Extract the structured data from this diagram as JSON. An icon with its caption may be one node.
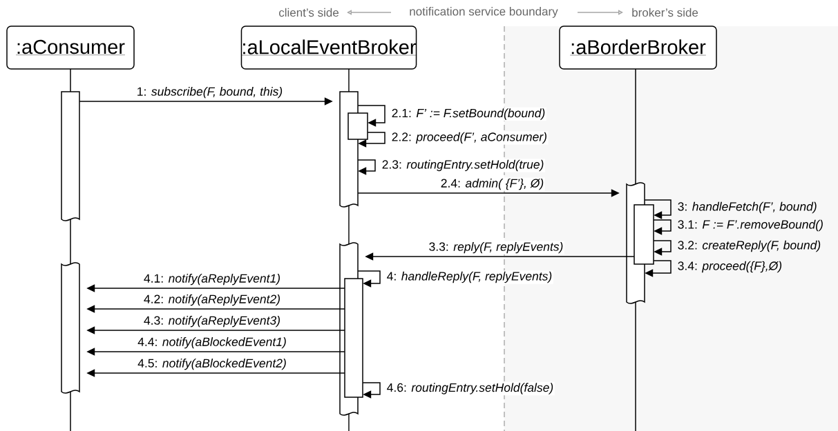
{
  "diagram": {
    "nodes": [
      {
        "text": [
          ":aConsumer"
        ]
      },
      {
        "text": [
          ":aLocalEventBroker"
        ]
      },
      {
        "text": [
          ":aBorderBroker"
        ]
      },
      {
        "text": [],
        "shape": "bar"
      },
      {
        "text": [],
        "shape": "bar"
      },
      {
        "text": [],
        "shape": "bar"
      },
      {
        "text": [],
        "shape": "bar"
      },
      {
        "text": [],
        "shape": "bar"
      },
      {
        "text": [],
        "shape": "bar"
      },
      {
        "text": [],
        "shape": "bar"
      },
      {
        "text": [],
        "shape": "bar"
      }
    ],
    "edges": [
      {
        "from": 3,
        "to": 5,
        "arrow": "to",
        "label": "1: *subscribe(F, bound, this)*"
      },
      {
        "from": 5,
        "to": 6,
        "arrow": "to",
        "label": "2.1: *F’ := F.setBound(bound)*"
      },
      {
        "from": 6,
        "to": 5,
        "arrow": "to",
        "label": "2.2: *proceed(F’, aConsumer)*"
      },
      {
        "from": 5,
        "to": 5,
        "arrow": "to",
        "label": "2.3: *routingEntry.setHold(true)*"
      },
      {
        "from": 5,
        "to": 9,
        "arrow": "to",
        "label": "2.4: *admin( {F’}, Ø)*"
      },
      {
        "from": 9,
        "to": 10,
        "arrow": "to",
        "label": "3: *handleFetch(F’, bound)*"
      },
      {
        "from": 10,
        "to": 10,
        "arrow": "to",
        "label": "3.1: *F := F’.removeBound()*"
      },
      {
        "from": 10,
        "to": 10,
        "arrow": "to",
        "label": "3.2: *createReply(F, bound)*"
      },
      {
        "from": 10,
        "to": 7,
        "arrow": "to",
        "label": "3.3: *reply(F, replyEvents)*"
      },
      {
        "from": 10,
        "to": 9,
        "arrow": "to",
        "label": "3.4: *proceed({F},Ø)*"
      },
      {
        "from": 7,
        "to": 8,
        "arrow": "to",
        "label": "4: *handleReply(F, replyEvents)*"
      },
      {
        "from": 8,
        "to": 4,
        "arrow": "to",
        "label": "4.1: *notify(aReplyEvent1)*"
      },
      {
        "from": 8,
        "to": 4,
        "arrow": "to",
        "label": "4.2: *notify(aReplyEvent2)*"
      },
      {
        "from": 8,
        "to": 4,
        "arrow": "to",
        "label": "4.3: *notify(aReplyEvent3)*"
      },
      {
        "from": 8,
        "to": 4,
        "arrow": "to",
        "label": "4.4: *notify(aBlockedEvent1)*"
      },
      {
        "from": 8,
        "to": 4,
        "arrow": "to",
        "label": "4.5: *notify(aBlockedEvent2)*"
      },
      {
        "from": 8,
        "to": 8,
        "arrow": "to",
        "label": "4.6: *routingEntry.setHold(false)*"
      }
    ],
    "labels": [
      "client’s side",
      "notification service boundary",
      "broker’s side"
    ]
  }
}
